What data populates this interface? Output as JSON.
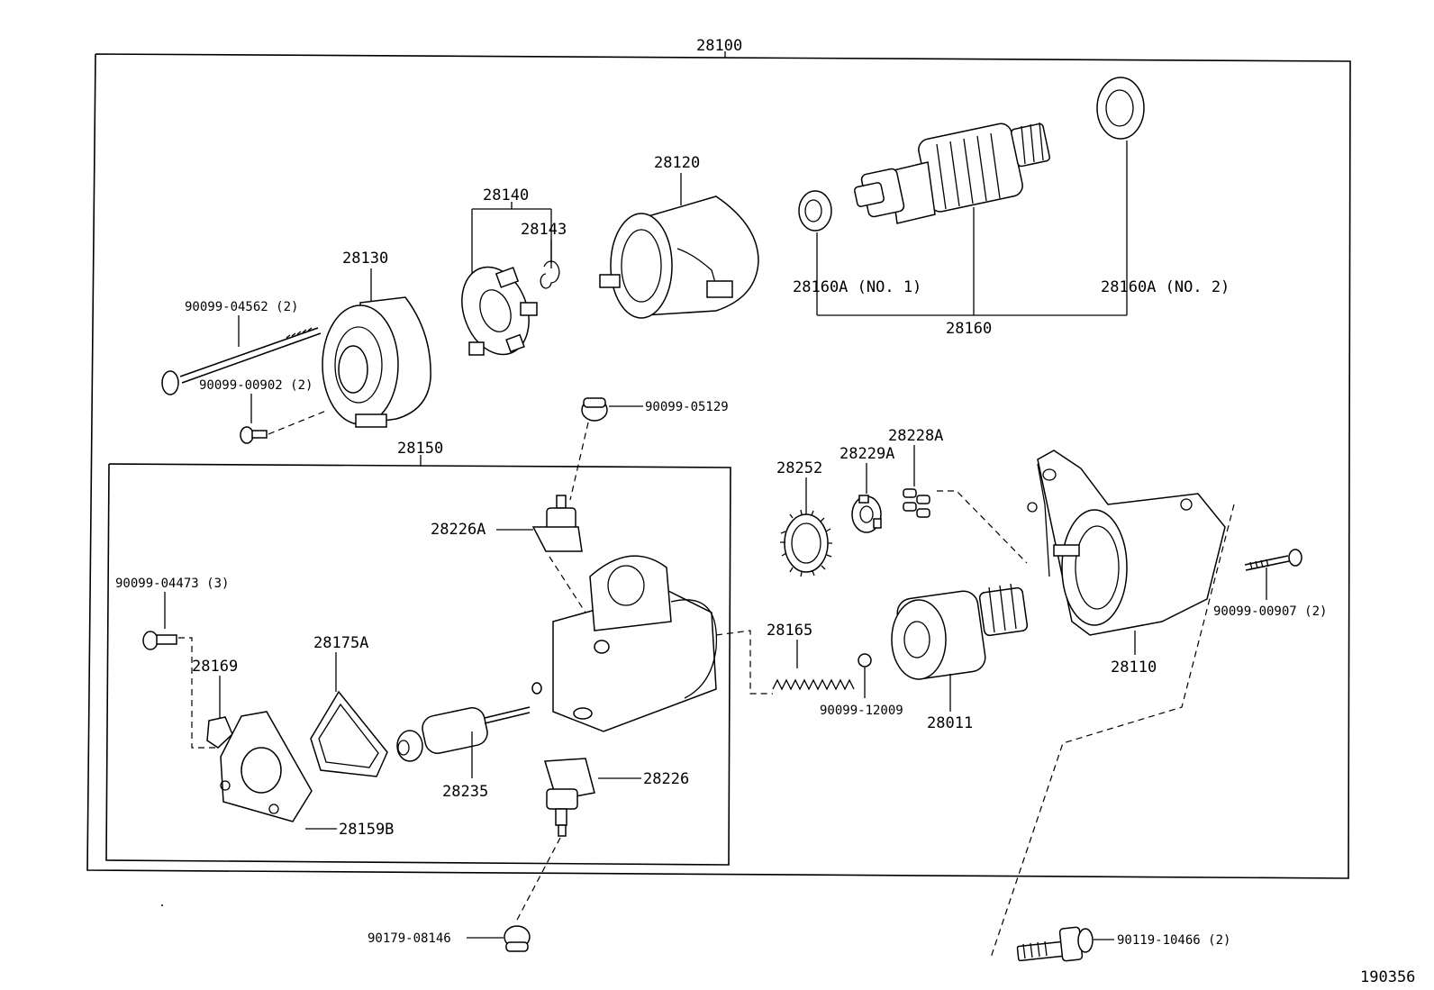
{
  "labels": {
    "assy": "28100",
    "field_frame_group": "28150",
    "brush_holder_group": "28140",
    "end_frame": "28130",
    "spring": "28143",
    "yoke": "28120",
    "armature": "28160",
    "bearing_no1": "28160A (NO. 1)",
    "bearing_no2": "28160A (NO. 2)",
    "through_bolt": "90099-04562 (2)",
    "screw_end_frame": "90099-00902 (2)",
    "cap_top": "90099-05129",
    "terminal_a": "28226A",
    "screw_cover": "90099-04473 (3)",
    "clamp": "28169",
    "gasket": "28175A",
    "plunger": "28235",
    "cover": "28159B",
    "terminal": "28226",
    "cap_bottom": "90179-08146",
    "return_spring": "28165",
    "ball": "90099-12009",
    "clutch": "28011",
    "idler_gear": "28252",
    "retainer": "28229A",
    "rollers": "28228A",
    "housing": "28110",
    "screw_housing": "90099-00907 (2)",
    "bolt_mount": "90119-10466 (2)",
    "illustration_no": "190356"
  }
}
